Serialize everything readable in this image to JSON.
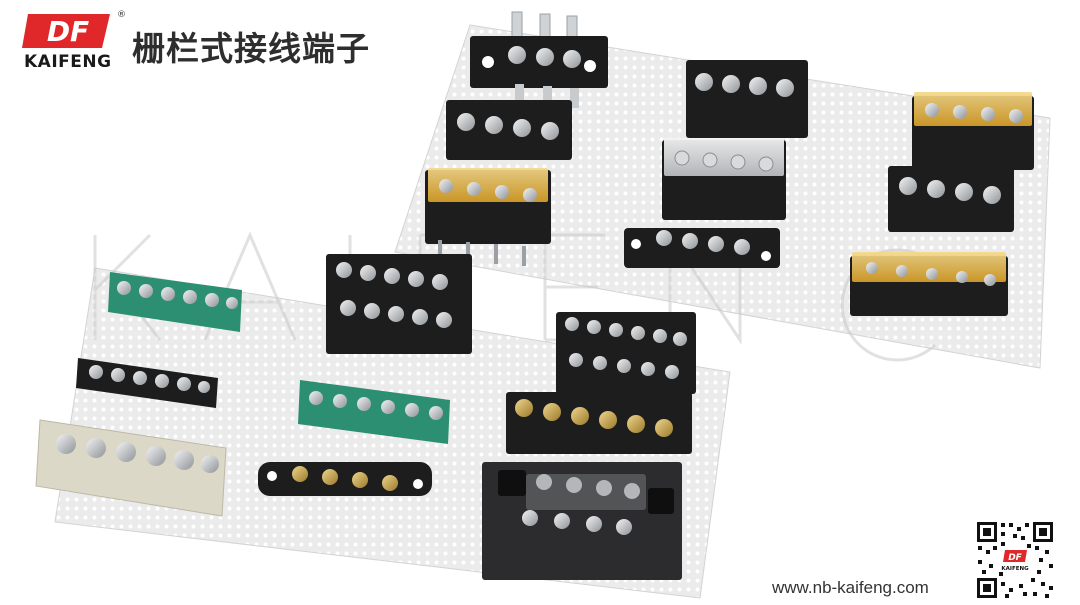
{
  "brand": {
    "logo_text": "DF",
    "name": "KAIFENG",
    "registered_mark": "®",
    "logo_color": "#e0282a"
  },
  "title": "栅栏式接线端子",
  "website": "www.nb-kaifeng.com",
  "watermark": "KAIFENG",
  "qr": {
    "icon": "qr-code-icon",
    "logo_text": "DF",
    "brand": "KAIFENG"
  },
  "colors": {
    "board": "#e9e9e9",
    "housing_black": "#1e1e1e",
    "housing_green": "#2c8f72",
    "housing_ivory": "#dcd8c8",
    "cover_amber": "#e8b53a",
    "screw_steel": "#c9cccf",
    "screw_brass": "#c8a24a"
  }
}
